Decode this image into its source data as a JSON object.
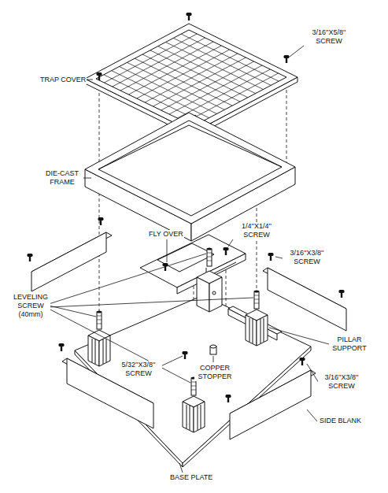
{
  "diagram": {
    "labels": [
      "TRAP COVER",
      "3/16''X5/8'' SCREW",
      "DIE-CAST FRAME",
      "FLY OVER",
      "1/4''X1/4'' SCREW",
      "3/16''X3/8'' SCREW",
      "LEVELING SCREW (40mm)",
      "PILLAR SUPPORT",
      "5/32''X3/8'' SCREW",
      "COPPER STOPPER",
      "3/16''X3/8'' SCREW",
      "SIDE BLANK",
      "BASE PLATE"
    ]
  }
}
